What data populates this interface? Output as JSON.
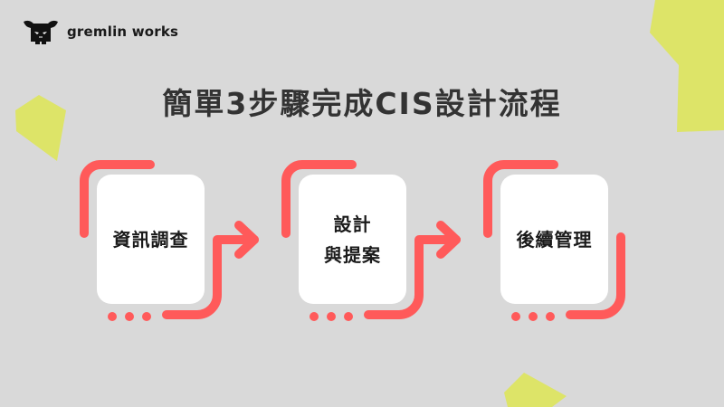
{
  "brand": {
    "name": "gremlin works",
    "logo_icon": "gremlin-mascot-icon"
  },
  "title": "簡單3步驟完成CIS設計流程",
  "steps": [
    {
      "label": "資訊調查"
    },
    {
      "label": "設計\n與提案"
    },
    {
      "label": "後續管理"
    }
  ],
  "colors": {
    "background": "#d9d9d9",
    "accent_red": "#ff5a5a",
    "accent_yellow": "#dde468",
    "card": "#ffffff",
    "text": "#333333"
  }
}
